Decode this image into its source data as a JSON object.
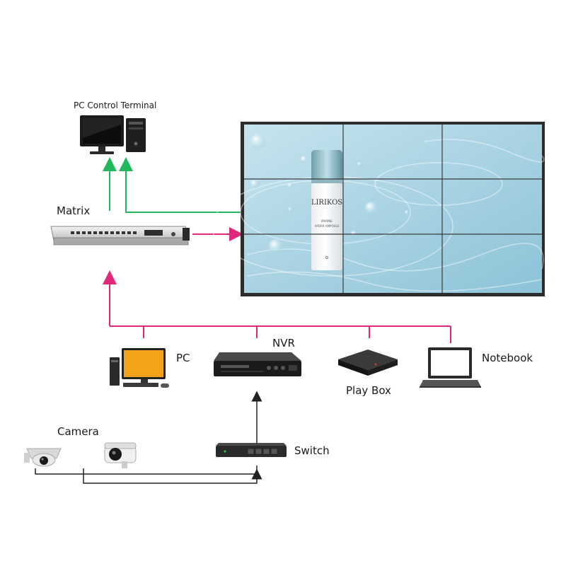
{
  "labels": {
    "pc_control_terminal": "PC Control Terminal",
    "matrix": "Matrix",
    "pc": "PC",
    "nvr": "NVR",
    "play_box": "Play Box",
    "notebook": "Notebook",
    "camera": "Camera",
    "switch": "Switch"
  },
  "video_wall": {
    "brand": "LIRIKOS",
    "product_line1": "MARINE",
    "product_line2": "HYDRA AMPOULE"
  },
  "colors": {
    "control_line": "#20b85a",
    "signal_line": "#e0287a",
    "camera_line": "#222222",
    "wall_bezel": "#2c2c2c",
    "water": "#a9d3e3"
  }
}
